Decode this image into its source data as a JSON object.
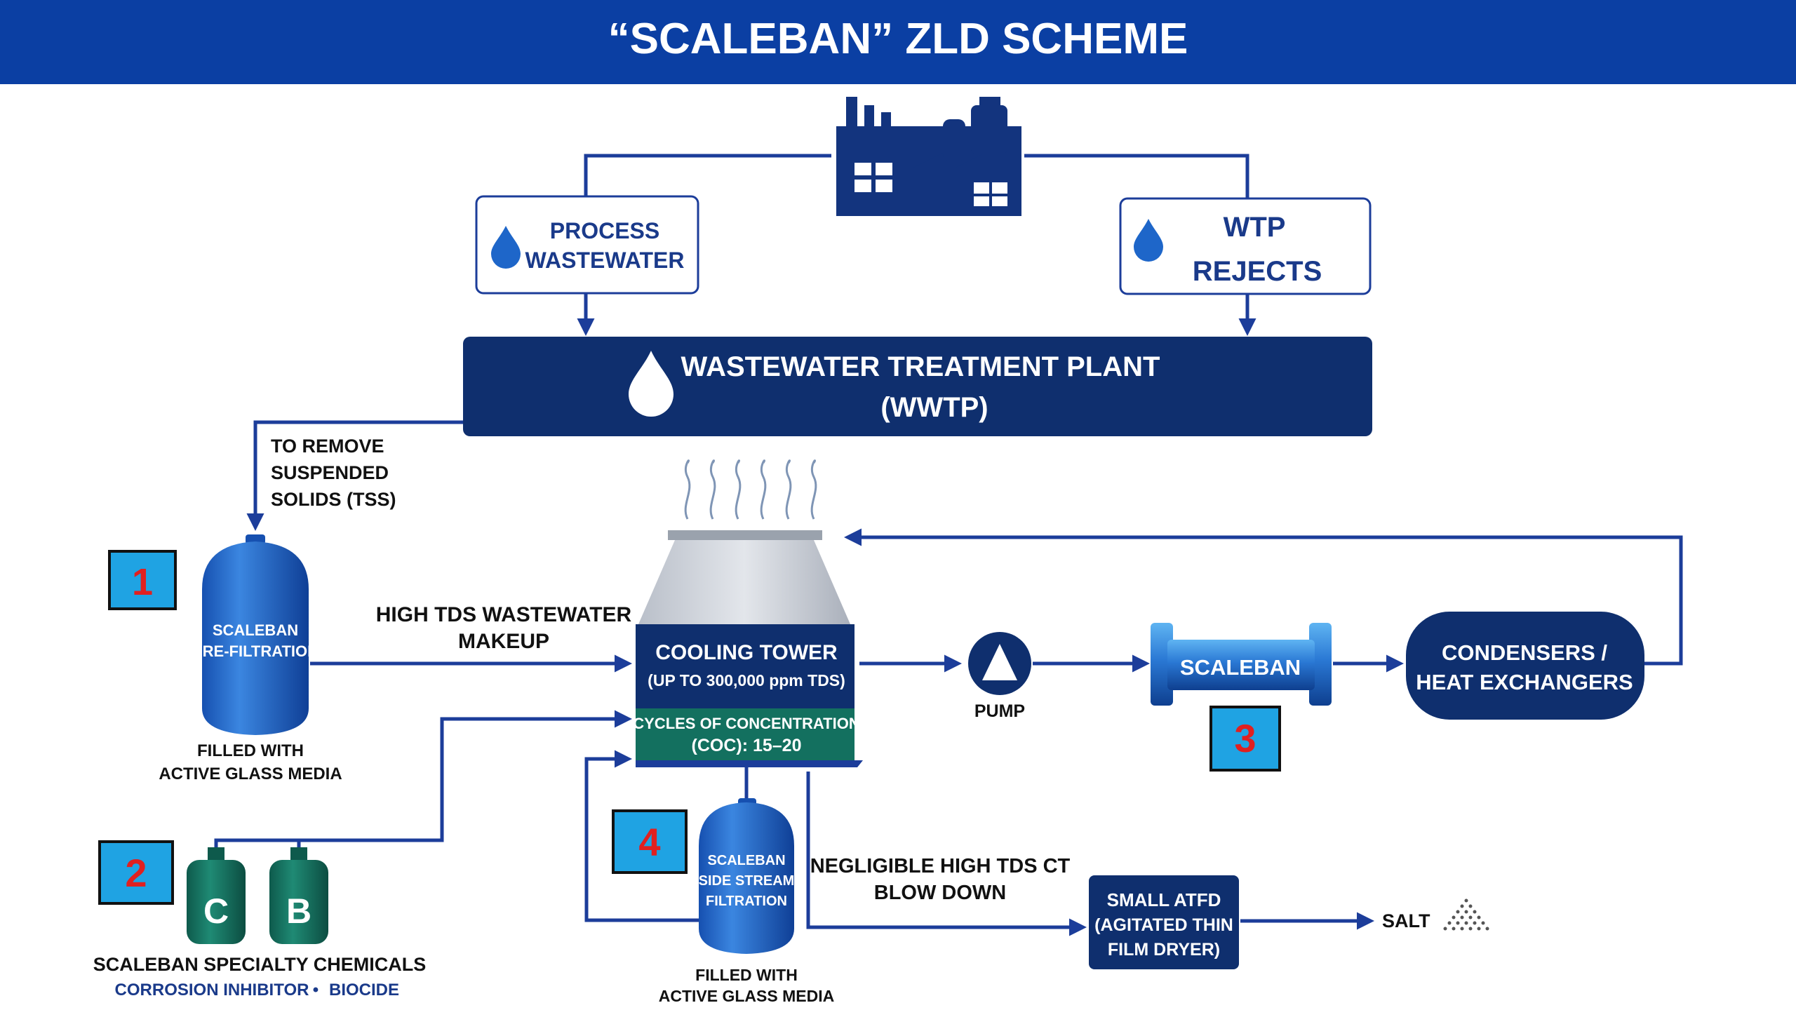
{
  "title": "“SCALEBAN” ZLD SCHEME",
  "colors": {
    "header_blue": "#0b3fa3",
    "navy": "#0f2f6e",
    "box_text": "#1a3a8a",
    "teal": "#13705f",
    "tank_blue": "#1e66c9",
    "marker_fill": "#1fa3e3",
    "marker_text": "#e02020",
    "arrow": "#1c3d9a"
  },
  "sources": {
    "process_wastewater": [
      "PROCESS",
      "WASTEWATER"
    ],
    "wtp_rejects": [
      "WTP",
      "REJECTS"
    ]
  },
  "wwtp": [
    "WASTEWATER TREATMENT PLANT",
    "(WWTP)"
  ],
  "tss_note": [
    "TO REMOVE",
    "SUSPENDED",
    "SOLIDS (TSS)"
  ],
  "markers": [
    "1",
    "2",
    "3",
    "4"
  ],
  "prefiltration": {
    "label": [
      "SCALEBAN",
      "PRE-FILTRATION"
    ],
    "caption": [
      "FILLED WITH",
      "ACTIVE GLASS MEDIA"
    ]
  },
  "makeup_label": [
    "HIGH TDS WASTEWATER",
    "MAKEUP"
  ],
  "cooling_tower": {
    "title": "COOLING TOWER",
    "subtitle": "(UP TO 300,000 ppm TDS)",
    "coc": [
      "CYCLES OF CONCENTRATION",
      "(COC): 15–20"
    ]
  },
  "pump_label": "PUMP",
  "scaleban_unit": "SCALEBAN",
  "condensers": [
    "CONDENSERS /",
    "HEAT EXCHANGERS"
  ],
  "chemicals": {
    "tank_c": "C",
    "tank_b": "B",
    "title": "SCALEBAN SPECIALTY CHEMICALS",
    "item_1": "CORROSION INHIBITOR",
    "separator": "•",
    "item_2": "BIOCIDE"
  },
  "side_stream": {
    "label": [
      "SCALEBAN",
      "SIDE STREAM",
      "FILTRATION"
    ],
    "caption": [
      "FILLED WITH",
      "ACTIVE GLASS MEDIA"
    ]
  },
  "blowdown_label": [
    "NEGLIGIBLE HIGH TDS CT",
    "BLOW DOWN"
  ],
  "atfd": [
    "SMALL ATFD",
    "(AGITATED THIN",
    "FILM DRYER)"
  ],
  "salt_label": "SALT"
}
